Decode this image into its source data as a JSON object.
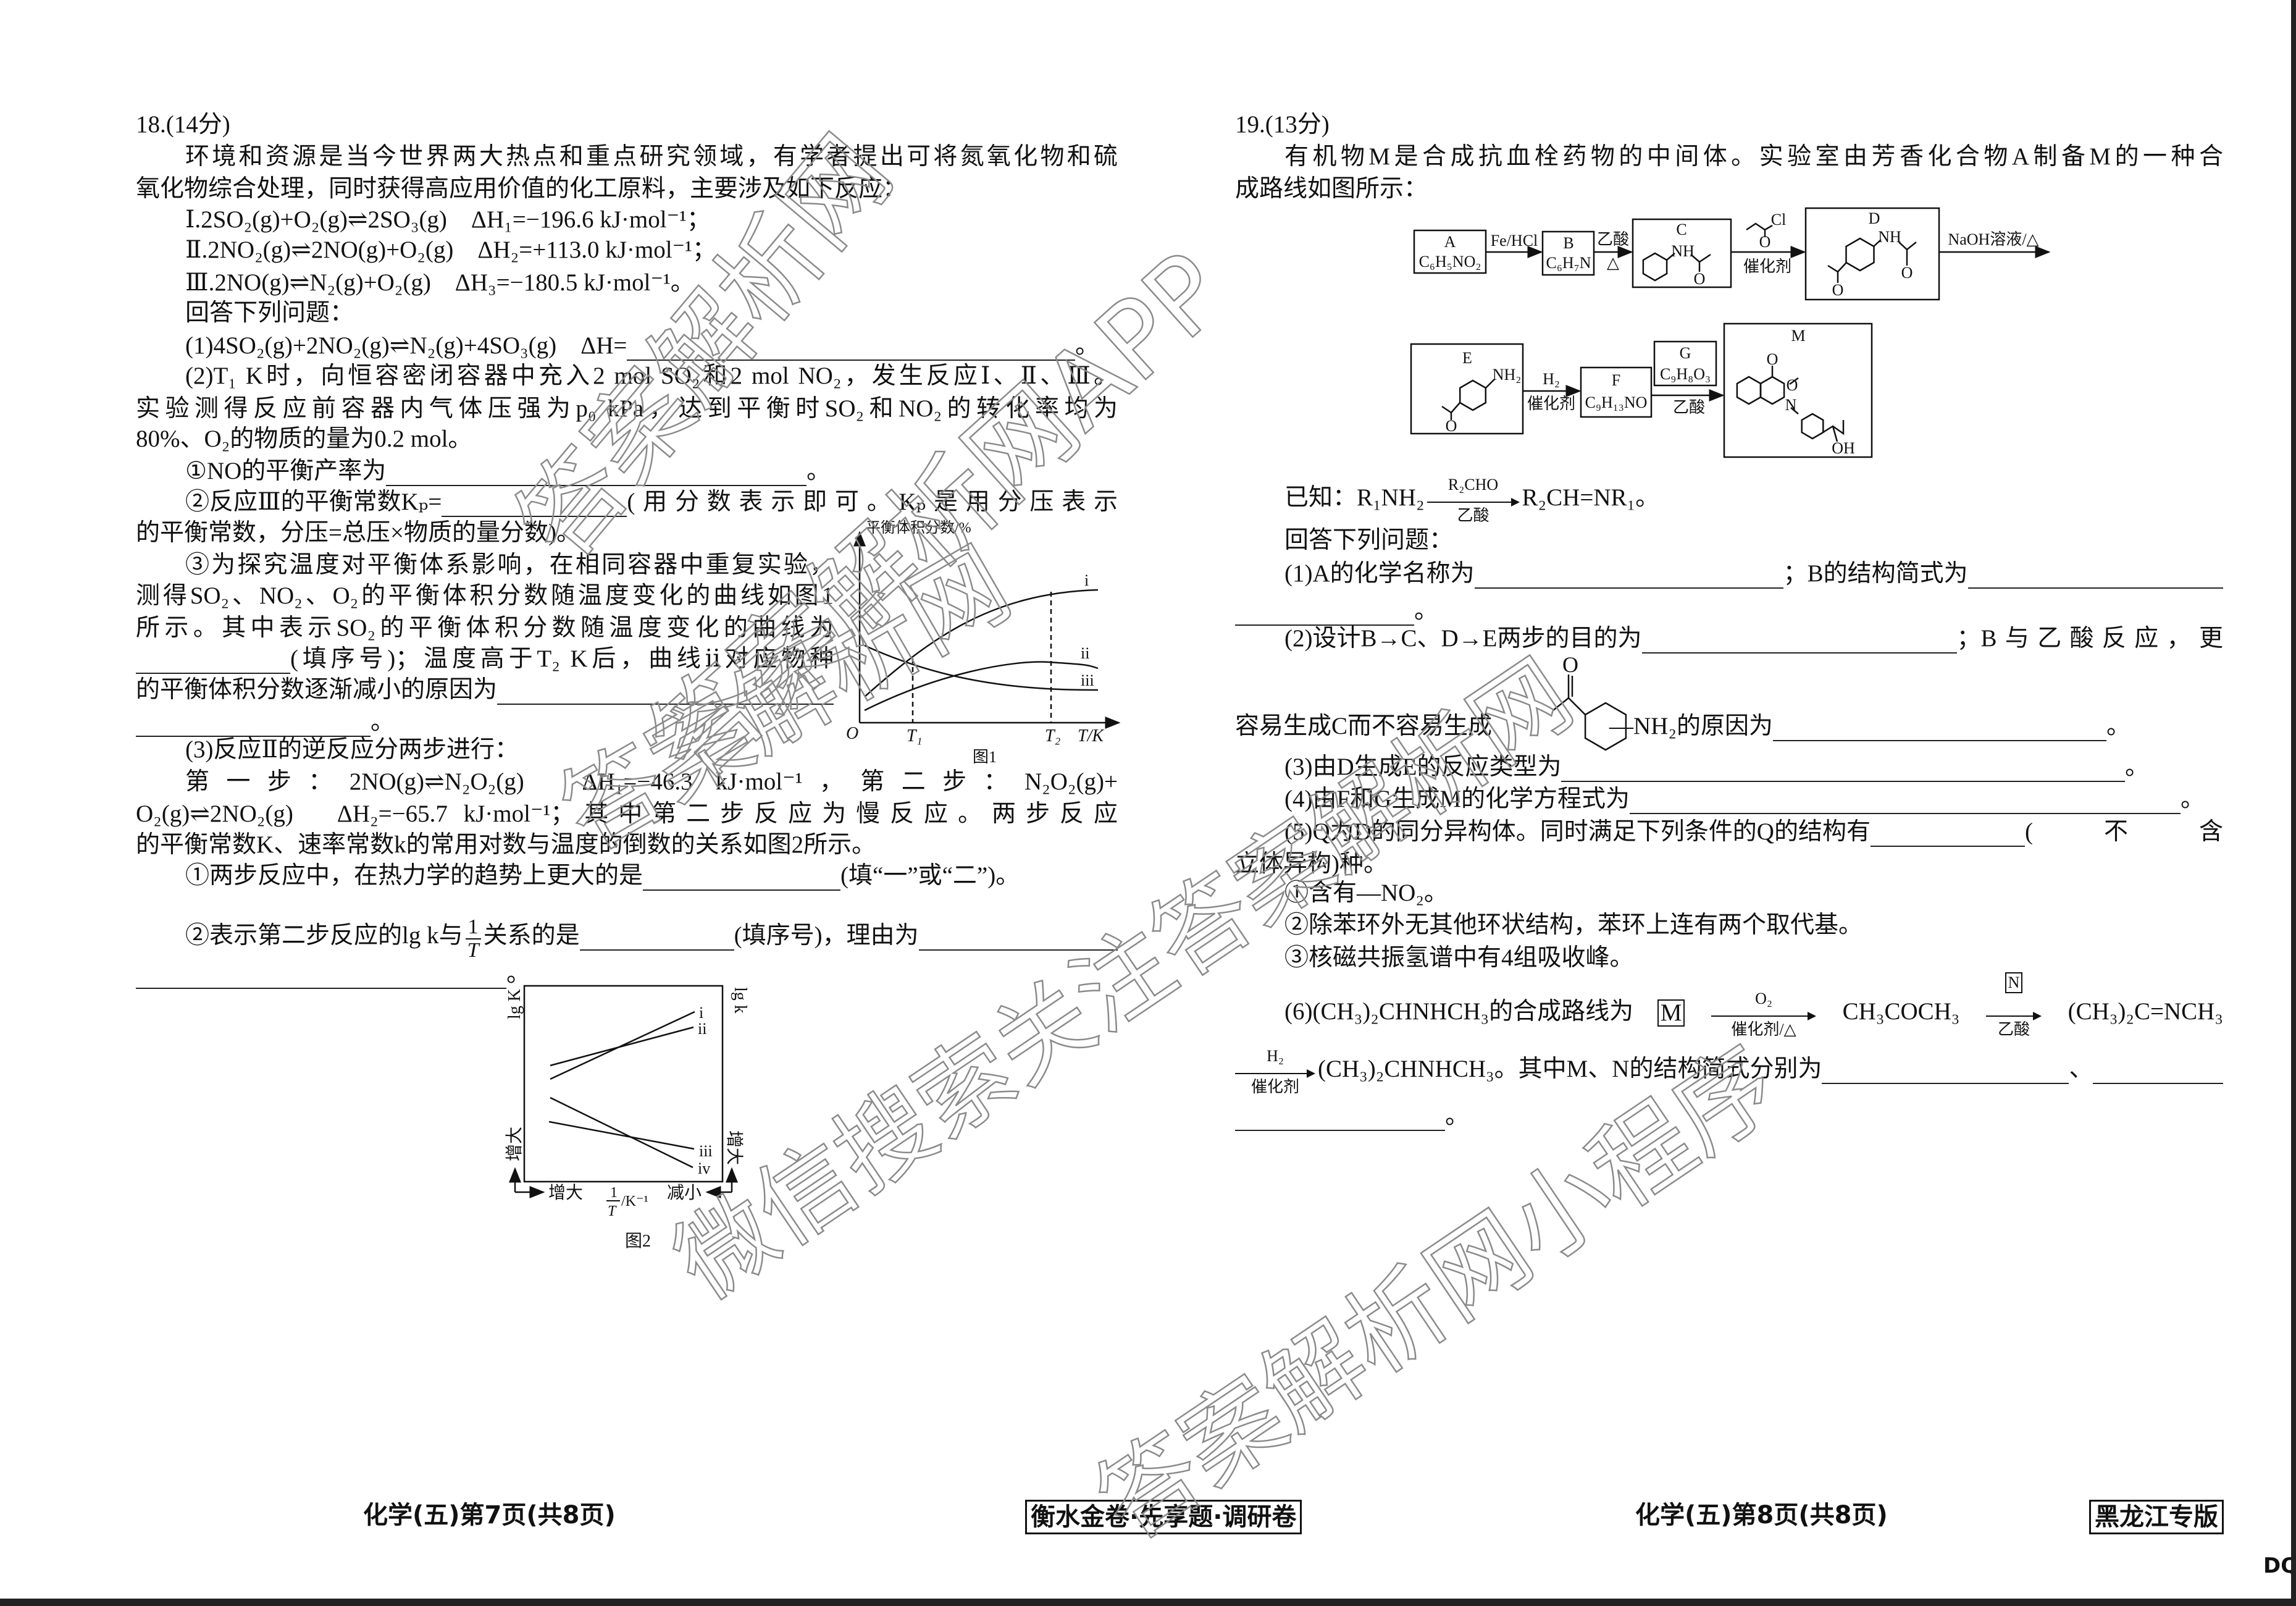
{
  "q18": {
    "number": "18.(14分)",
    "intro_1": "环境和资源是当今世界两大热点和重点研究领域，有学者提出可将氮氧化物和硫",
    "intro_2": "氧化物综合处理，同时获得高应用价值的化工原料，主要涉及如下反应：",
    "rxn_1": "Ⅰ.2SO₂(g)+O₂(g)⇌2SO₃(g)　ΔH₁=−196.6 kJ·mol⁻¹；",
    "rxn_2": "Ⅱ.2NO₂(g)⇌2NO(g)+O₂(g)　ΔH₂=+113.0 kJ·mol⁻¹；",
    "rxn_3": "Ⅲ.2NO(g)⇌N₂(g)+O₂(g)　ΔH₃=−180.5 kJ·mol⁻¹。",
    "answer_prompt": "回答下列问题：",
    "p1": "(1)4SO₂(g)+2NO₂(g)⇌N₂(g)+4SO₃(g)　ΔH=",
    "period": "。",
    "p2_1": "(2)T₁ K时，向恒容密闭容器中充入2 mol SO₂和2 mol NO₂，发生反应Ⅰ、Ⅱ、Ⅲ。",
    "p2_2": "实验测得反应前容器内气体压强为p₀ kPa，达到平衡时SO₂和NO₂的转化率均为",
    "p2_3": "80%、O₂的物质的量为0.2 mol。",
    "p2a": "①NO的平衡产率为",
    "p2b_1": "②反应Ⅲ的平衡常数Kₚ=",
    "p2b_2": "(用分数表示即可。Kₚ是用分压表示",
    "p2b_3": "的平衡常数，分压=总压×物质的量分数)。",
    "p2c_1": "③为探究温度对平衡体系影响，在相同容器中重复实验，",
    "p2c_2": "测得SO₂、NO₂、O₂的平衡体积分数随温度变化的曲线如图1",
    "p2c_3": "所示。其中表示SO₂的平衡体积分数随温度变化的曲线为",
    "p2c_4": "(填序号)；温度高于T₂ K后，曲线ⅱ对应物种",
    "p2c_5": "的平衡体积分数逐渐减小的原因为",
    "p3_1": "(3)反应Ⅱ的逆反应分两步进行：",
    "p3_2": "第一步：2NO(g)⇌N₂O₂(g)　ΔH₁=−46.3 kJ·mol⁻¹，第二步：N₂O₂(g)+",
    "p3_3": "O₂(g)⇌2NO₂(g)　ΔH₂=−65.7 kJ·mol⁻¹；其中第二步反应为慢反应。两步反应",
    "p3_4": "的平衡常数K、速率常数k的常用对数与温度的倒数的关系如图2所示。",
    "p3a_1": "①两步反应中，在热力学的趋势上更大的是",
    "p3a_2": "(填“一”或“二”)。",
    "p3b_1": "②表示第二步反应的lg k与",
    "p3b_frac_num": "1",
    "p3b_frac_den": "T",
    "p3b_2": "关系的是",
    "p3b_3": "(填序号)，理由为"
  },
  "fig1": {
    "ylabel": "平衡体积分数/%",
    "origin": "O",
    "xlabel": "T/K",
    "t1": "T₁",
    "t2": "T₂",
    "curves": [
      "i",
      "ii",
      "iii"
    ],
    "caption": "图1"
  },
  "fig2": {
    "ylabel_left": "lg K",
    "ylabel_right": "lg k",
    "left_dir": "增大",
    "right_dir": "增大",
    "x_left": "增大",
    "x_right": "减小",
    "xlabel_num": "1",
    "xlabel_den": "T",
    "xlabel_unit": "/K⁻¹",
    "lines": [
      "i",
      "ii",
      "iii",
      "iv"
    ],
    "caption": "图2"
  },
  "q19": {
    "number": "19.(13分)",
    "intro_1": "有机物M是合成抗血栓药物的中间体。实验室由芳香化合物A制备M的一种合",
    "intro_2": "成路线如图所示：",
    "known_prefix": "已知：R₁NH₂",
    "known_above": "R₂CHO",
    "known_below": "乙酸",
    "known_suffix": "R₂CH=NR₁。",
    "answer_prompt": "回答下列问题：",
    "q1_a": "(1)A的化学名称为",
    "q1_b": "；B的结构简式为",
    "period": "。",
    "q2_a": "(2)设计B→C、D→E两步的目的为",
    "q2_b": "；B与乙酸反应，更",
    "q2_c": "容易生成C而不容易生成",
    "q2_d": "—NH₂的原因为",
    "q2_struct_o": "O",
    "q3": "(3)由D生成E的反应类型为",
    "q4": "(4)由F和G生成M的化学方程式为",
    "q5_a": "(5)Q为D的同分异构体。同时满足下列条件的Q的结构有",
    "q5_b": "(不含",
    "q5_c": "立体异构)种。",
    "cond_1": "①含有—NO₂。",
    "cond_2": "②除苯环外无其他环状结构，苯环上连有两个取代基。",
    "cond_3": "③核磁共振氢谱中有4组吸收峰。",
    "q6_a": "(6)(CH₃)₂CHNHCH₃的合成路线为",
    "q6_m": "M",
    "q6_arrow1_above": "O₂",
    "q6_arrow1_below": "催化剂/△",
    "q6_b": "CH₃COCH₃",
    "q6_n": "N",
    "q6_arrow2_below": "乙酸",
    "q6_c": "(CH₃)₂C=NCH₃",
    "q6_arrow3_above": "H₂",
    "q6_arrow3_below": "催化剂",
    "q6_d": "(CH₃)₂CHNHCH₃。其中M、N的结构简式分别为",
    "q6_sep": "、"
  },
  "scheme": {
    "a_label": "A",
    "a_formula": "C₆H₅NO₂",
    "r1": "Fe/HCl",
    "b_label": "B",
    "b_formula": "C₆H₇N",
    "r2_above": "乙酸",
    "r2_below": "△",
    "c_label": "C",
    "c_nh": "NH",
    "c_o": "O",
    "r3_cl": "Cl",
    "r3_o": "O",
    "r3_below": "催化剂",
    "d_label": "D",
    "d_nh": "NH",
    "d_o1": "O",
    "d_o2": "O",
    "r4": "NaOH溶液/△",
    "e_label": "E",
    "e_nh2": "NH₂",
    "e_o": "O",
    "r5_above": "H₂",
    "r5_below": "催化剂",
    "f_label": "F",
    "f_formula": "C₉H₁₃NO",
    "g_label": "G",
    "g_formula": "C₉H₈O₃",
    "r6_below": "乙酸",
    "m_label": "M",
    "m_o1": "O",
    "m_o2": "O",
    "m_n": "N",
    "m_oh": "OH"
  },
  "footer": {
    "left": "化学(五)第7页(共8页)",
    "center": "衡水金卷·先享题·调研卷",
    "right": "化学(五)第8页(共8页)",
    "edition": "黑龙江专版",
    "corner": "DQ"
  },
  "watermarks": [
    "答案解析网",
    "答案解析网APP",
    "答案解析网",
    "微信搜索关注答案解析网",
    "答案解析网小程序"
  ]
}
